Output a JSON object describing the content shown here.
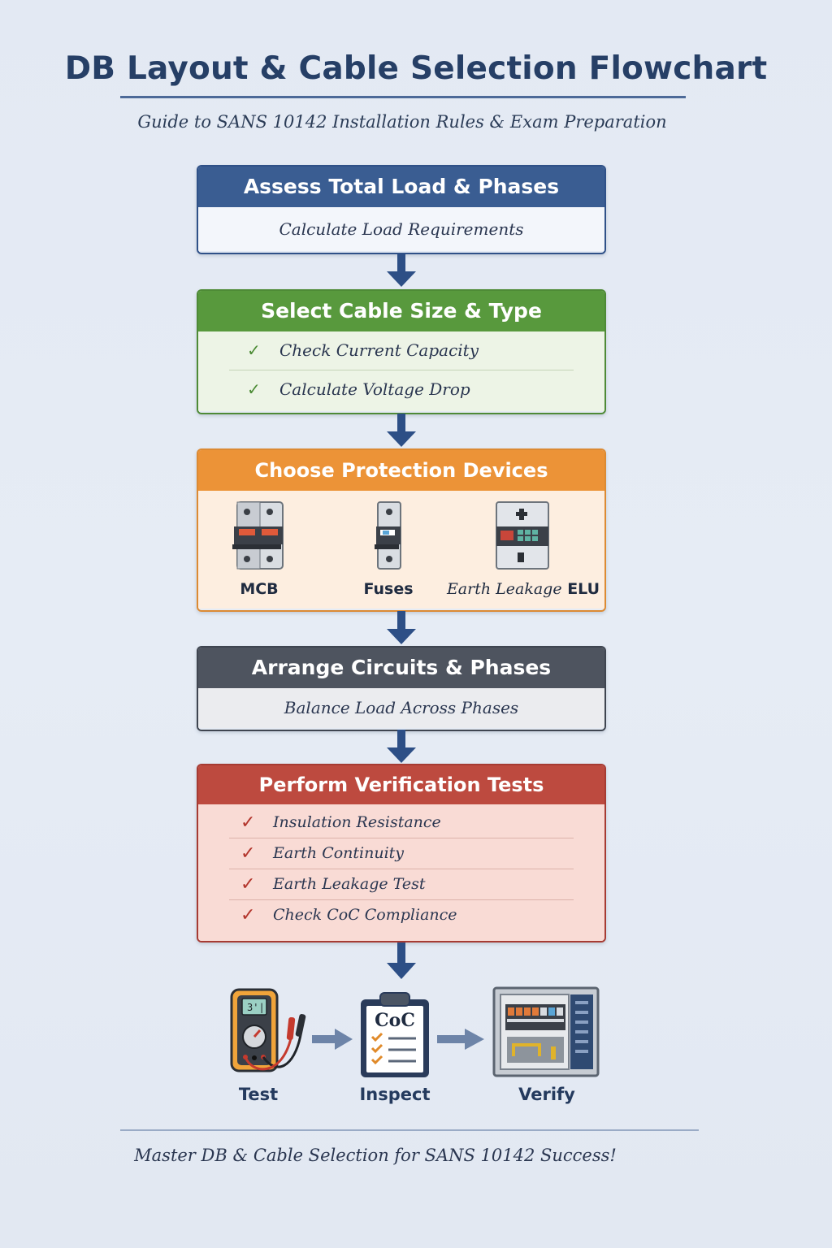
{
  "header": {
    "title": "DB Layout & Cable Selection Flowchart",
    "subtitle": "Guide to SANS 10142 Installation Rules & Exam Preparation"
  },
  "steps": [
    {
      "title": "Assess Total Load & Phases",
      "body": "Calculate Load Requirements"
    },
    {
      "title": "Select Cable Size & Type",
      "checks": [
        "Check Current Capacity",
        "Calculate Voltage Drop"
      ]
    },
    {
      "title": "Choose Protection Devices",
      "devices": [
        {
          "label": "MCB"
        },
        {
          "label": "Fuses"
        },
        {
          "label_italic": "Earth Leakage",
          "label_bold": "ELU"
        }
      ]
    },
    {
      "title": "Arrange Circuits & Phases",
      "body": "Balance Load Across Phases"
    },
    {
      "title": "Perform Verification Tests",
      "checks": [
        "Insulation Resistance",
        "Earth Continuity",
        "Earth Leakage Test",
        "Check CoC Compliance"
      ]
    }
  ],
  "process": {
    "steps": [
      "Test",
      "Inspect",
      "Verify"
    ],
    "clipboard_text": "CoC",
    "meter_display": "3'|"
  },
  "footer": "Master DB & Cable Selection for SANS 10142 Success!",
  "colors": {
    "blue": "#3a5d92",
    "green": "#58993d",
    "orange": "#ec9337",
    "gray": "#4e545f",
    "red": "#bd4a3f",
    "arrow": "#2d4f86"
  },
  "icons": [
    "check-icon",
    "mcb-icon",
    "fuse-icon",
    "earth-leakage-unit-icon",
    "multimeter-icon",
    "coc-clipboard-icon",
    "distribution-board-icon"
  ]
}
